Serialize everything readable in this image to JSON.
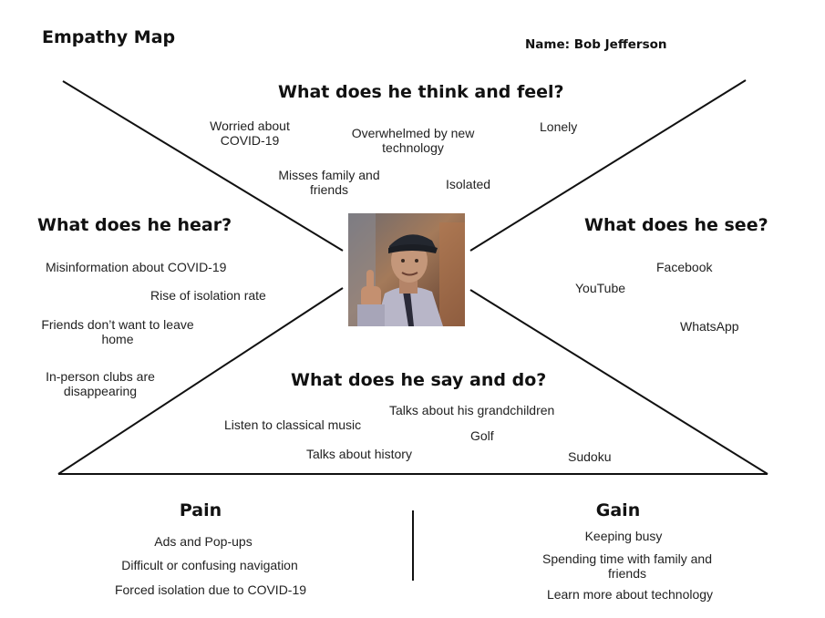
{
  "header": {
    "title": "Empathy Map",
    "name": "Name: Bob Jefferson"
  },
  "think_feel": {
    "heading": "What does he think and feel?",
    "items": [
      "Worried about\nCOVID-19",
      "Overwhelmed by new\ntechnology",
      "Lonely",
      "Misses family and\nfriends",
      "Isolated"
    ]
  },
  "hear": {
    "heading": "What does he hear?",
    "items": [
      "Misinformation about COVID-19",
      "Rise of isolation rate",
      "Friends don’t want to leave\nhome",
      "In-person clubs are\ndisappearing"
    ]
  },
  "see": {
    "heading": "What does he see?",
    "items": [
      "Facebook",
      "YouTube",
      "WhatsApp"
    ]
  },
  "say_do": {
    "heading": "What does he say and do?",
    "items": [
      "Talks about his grandchildren",
      "Listen to classical music",
      "Golf",
      "Talks about history",
      "Sudoku"
    ]
  },
  "pain": {
    "heading": "Pain",
    "items": [
      "Ads and Pop-ups",
      "Difficult or confusing navigation",
      "Forced isolation due to COVID-19"
    ]
  },
  "gain": {
    "heading": "Gain",
    "items": [
      "Keeping busy",
      "Spending time with family and\nfriends",
      "Learn more about technology"
    ]
  },
  "colors": {
    "line": "#111111",
    "text": "#222222"
  }
}
